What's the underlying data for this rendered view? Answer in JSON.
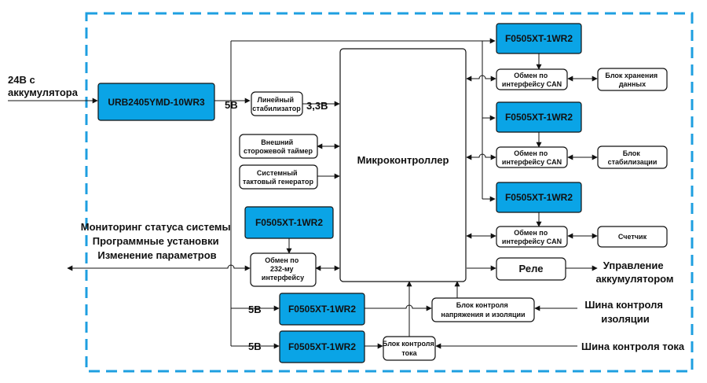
{
  "colors": {
    "module_fill": "#0aa4e6",
    "border_dash": "#1e9fe0"
  },
  "input_label": [
    "24В с",
    "аккумулятора"
  ],
  "main_converter": "URB2405YMD-10WR3",
  "voltage_5v": "5В",
  "linear_stab": [
    "Линейный",
    "стабилизатор"
  ],
  "voltage_33v": "3,3В",
  "watchdog": [
    "Внешний",
    "сторожевой таймер"
  ],
  "clock_gen": [
    "Системный",
    "тактовый генератор"
  ],
  "microcontroller": "Микроконтроллер",
  "dcdc_module": "F0505XT-1WR2",
  "can_exchange": [
    "Обмен по",
    "интерфейсу CAN"
  ],
  "data_storage": [
    "Блок хранения",
    "данных"
  ],
  "stabilization": [
    "Блок",
    "стабилизации"
  ],
  "counter": "Счетчик",
  "monitoring": [
    "Мониторинг статуса системы",
    "Программные установки",
    "Изменение параметров"
  ],
  "rs232_exchange": [
    "Обмен по",
    "232-му",
    "интерфейсу"
  ],
  "relay": "Реле",
  "battery_control": [
    "Управление",
    "аккумулятором"
  ],
  "voltage_iso_block": [
    "Блок контроля",
    "напряжения и изоляции"
  ],
  "iso_bus": [
    "Шина контроля",
    "изоляции"
  ],
  "current_block": [
    "Блок контроля",
    "тока"
  ],
  "current_bus": "Шина контроля тока"
}
